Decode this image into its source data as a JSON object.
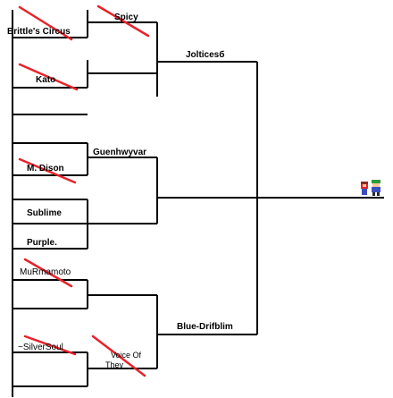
{
  "bracket": {
    "line_color": "#000000",
    "strike_color": "#e8222a",
    "round1": [
      {
        "name": "Brittle's Circus",
        "eliminated": true
      },
      {
        "name": "Spicy",
        "eliminated": true
      },
      {
        "name": "Kato",
        "eliminated": true
      },
      {
        "name": "Guenhwyvar",
        "eliminated": false
      },
      {
        "name": "M. Dison",
        "eliminated": true
      },
      {
        "name": "Sublime",
        "eliminated": false
      },
      {
        "name": "Purple.",
        "eliminated": false
      },
      {
        "name": "MuRmamoto",
        "eliminated": true
      },
      {
        "name": "~SilverSoul",
        "eliminated": true
      },
      {
        "name": "Voice Of",
        "eliminated": true
      },
      {
        "name": "Thev",
        "eliminated": true
      }
    ],
    "semifinal": [
      {
        "name": "Jolticesб"
      },
      {
        "name": "Blue-Drifblim"
      }
    ],
    "champion": {
      "icon": "pokemon-trainer-sprites-icon"
    }
  }
}
